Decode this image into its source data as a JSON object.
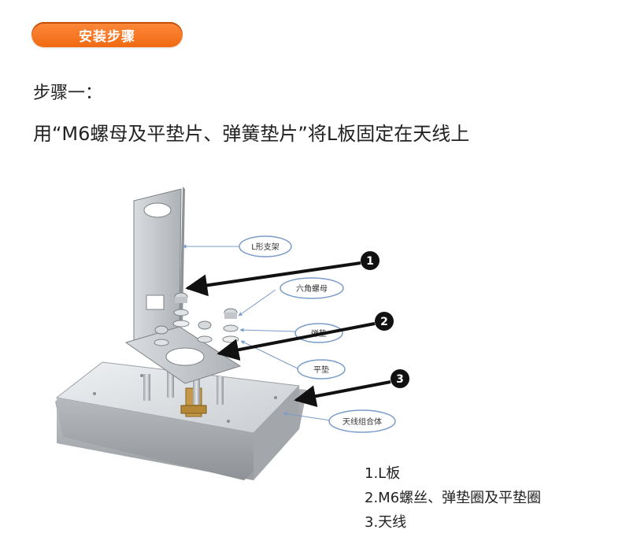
{
  "banner": {
    "label": "安装步骤"
  },
  "step": {
    "title": "步骤一：",
    "description": "用“M6螺母及平垫片、弹簧垫片”将L板固定在天线上"
  },
  "diagram": {
    "callouts": {
      "bracket": "L形支架",
      "hex_nut": "六角螺母",
      "spring_washer": "弹垫",
      "flat_washer": "平垫",
      "antenna": "天线组合体"
    },
    "markers": [
      "1",
      "2",
      "3"
    ]
  },
  "legend": {
    "items": [
      "1.L板",
      "2.M6螺丝、弹垫圈及平垫圈",
      "3.天线"
    ]
  }
}
